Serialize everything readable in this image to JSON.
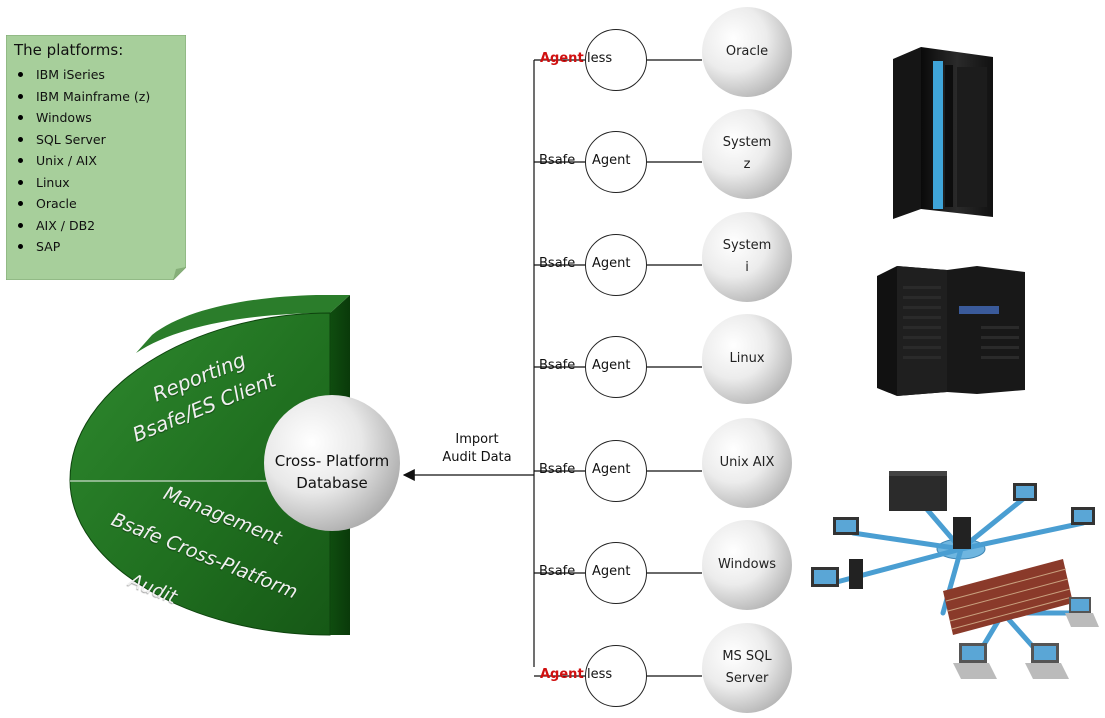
{
  "platforms": {
    "title": "The platforms:",
    "items": [
      "IBM iSeries",
      "IBM Mainframe (z)",
      "Windows",
      "SQL Server",
      "Unix / AIX",
      "Linux",
      "Oracle",
      "AIX / DB2",
      "SAP"
    ]
  },
  "disc": {
    "top_line1": "Reporting",
    "top_line2": "Bsafe/ES Client",
    "bottom_line1": "Management",
    "bottom_line2": "Bsafe Cross-Platform",
    "bottom_line3": "Audit"
  },
  "database": {
    "line1": "Cross- Platform",
    "line2": "Database"
  },
  "arrow_label": {
    "line1": "Import",
    "line2": "Audit Data"
  },
  "rows": [
    {
      "prefix": "",
      "agent": "Agent",
      "suffix": "less",
      "agentless": true,
      "node_line1": "Oracle",
      "node_line2": ""
    },
    {
      "prefix": "Bsafe",
      "agent": "Agent",
      "suffix": "",
      "agentless": false,
      "node_line1": "System",
      "node_line2": "z"
    },
    {
      "prefix": "Bsafe",
      "agent": "Agent",
      "suffix": "",
      "agentless": false,
      "node_line1": "System",
      "node_line2": "i"
    },
    {
      "prefix": "Bsafe",
      "agent": "Agent",
      "suffix": "",
      "agentless": false,
      "node_line1": "Linux",
      "node_line2": ""
    },
    {
      "prefix": "Bsafe",
      "agent": "Agent",
      "suffix": "",
      "agentless": false,
      "node_line1": "Unix AIX",
      "node_line2": ""
    },
    {
      "prefix": "Bsafe",
      "agent": "Agent",
      "suffix": "",
      "agentless": false,
      "node_line1": "Windows",
      "node_line2": ""
    },
    {
      "prefix": "",
      "agent": "Agent",
      "suffix": "less",
      "agentless": true,
      "node_line1": "MS SQL",
      "node_line2": "Server"
    }
  ],
  "colors": {
    "note_bg": "#a7cf9b",
    "disc_green": "#1f6e1f",
    "disc_dark": "#0c3f0c",
    "agentless_red": "#d01010"
  },
  "images": [
    "mainframe-server-icon",
    "server-rack-icon",
    "network-topology-icon"
  ]
}
